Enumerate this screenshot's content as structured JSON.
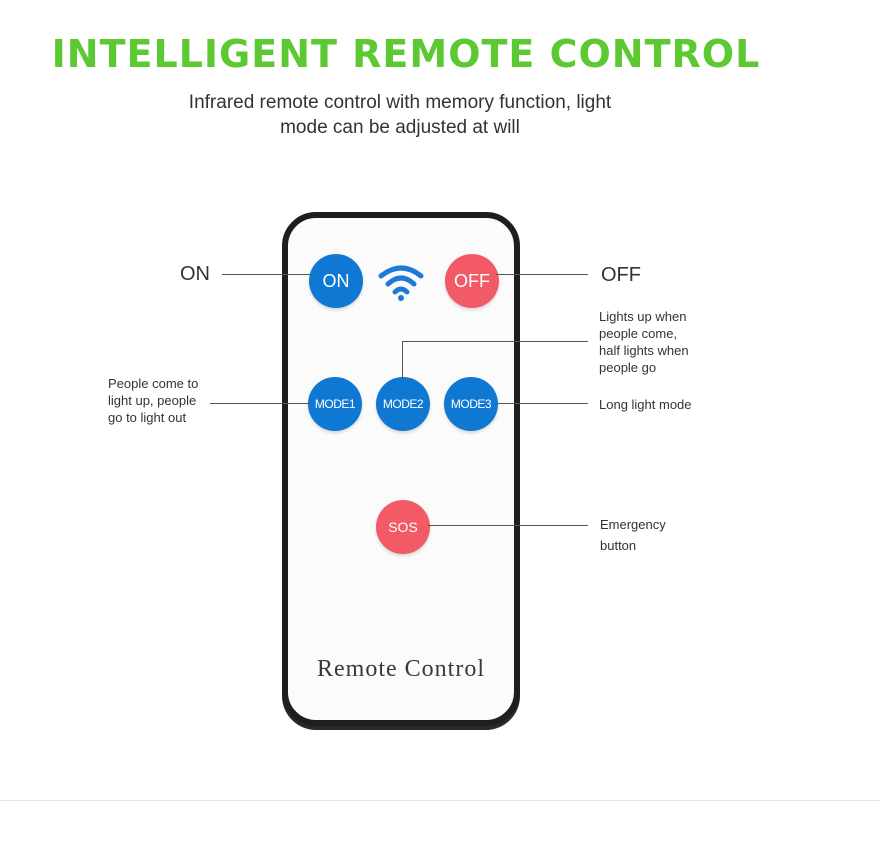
{
  "header": {
    "title": "INTELLIGENT REMOTE CONTROL",
    "subtitle_line1": "Infrared remote control with memory function, light",
    "subtitle_line2": "mode can be adjusted at will"
  },
  "remote": {
    "label": "Remote Control",
    "buttons": {
      "on": "ON",
      "off": "OFF",
      "mode1": "MODE1",
      "mode2": "MODE2",
      "mode3": "MODE3",
      "sos": "SOS"
    }
  },
  "callouts": {
    "on": "ON",
    "off": "OFF",
    "mode1": [
      "People come to",
      "light up, people",
      "go to light out"
    ],
    "mode2": [
      "Lights up when",
      "people come,",
      "half lights when",
      "people go"
    ],
    "mode3": "Long light mode",
    "sos": [
      "Emergency",
      "button"
    ]
  },
  "icons": {
    "signal": "wifi-signal-icon"
  },
  "colors": {
    "title_green": "#5cc832",
    "button_blue": "#0f78d2",
    "button_red": "#f25a66"
  }
}
